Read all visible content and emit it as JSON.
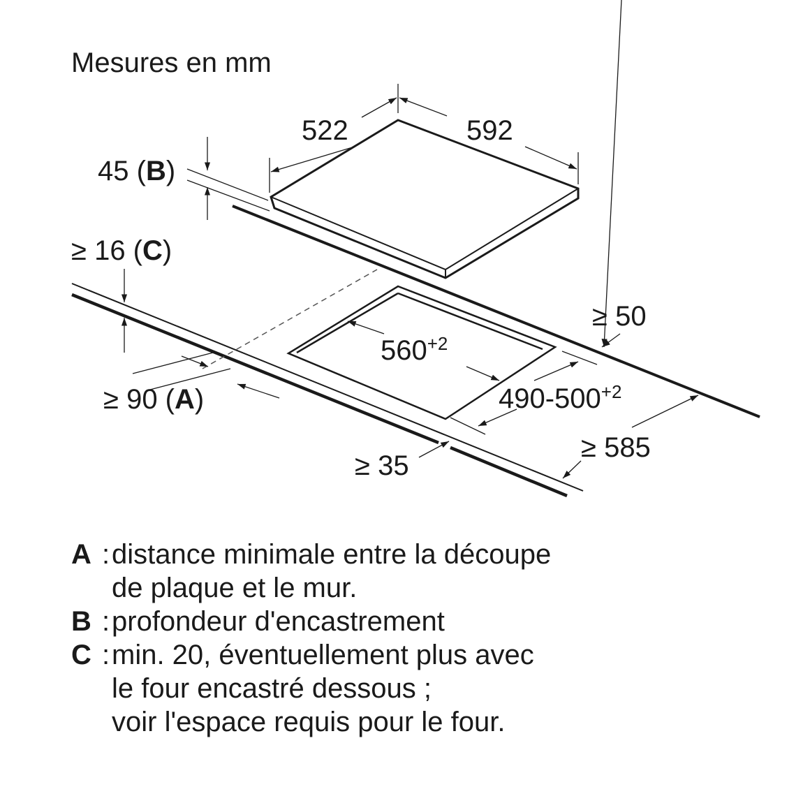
{
  "title": "Mesures en mm",
  "dimensions": {
    "hob_depth": "522",
    "hob_width": "592",
    "b_value": "45 (",
    "b_letter": "B",
    "b_close": ")",
    "c_value": "≥ 16 (",
    "c_letter": "C",
    "c_close": ")",
    "a_value": "≥ 90 (",
    "a_letter": "A",
    "a_close": ")",
    "cutout_width": "560",
    "cutout_width_tol": "+2",
    "cutout_depth": "490-500",
    "cutout_depth_tol": "+2",
    "rear_gap": "≥ 50",
    "worktop_depth": "≥ 585",
    "front_gap": "≥ 35"
  },
  "legend": [
    {
      "key": "A",
      "lines": [
        "distance minimale entre la découpe",
        "de plaque et le mur."
      ]
    },
    {
      "key": "B",
      "lines": [
        "profondeur d'encastrement"
      ]
    },
    {
      "key": "C",
      "lines": [
        "min. 20, éventuellement plus avec",
        "le four encastré dessous ;",
        "voir l'espace requis pour le four."
      ]
    }
  ],
  "separator": ":"
}
